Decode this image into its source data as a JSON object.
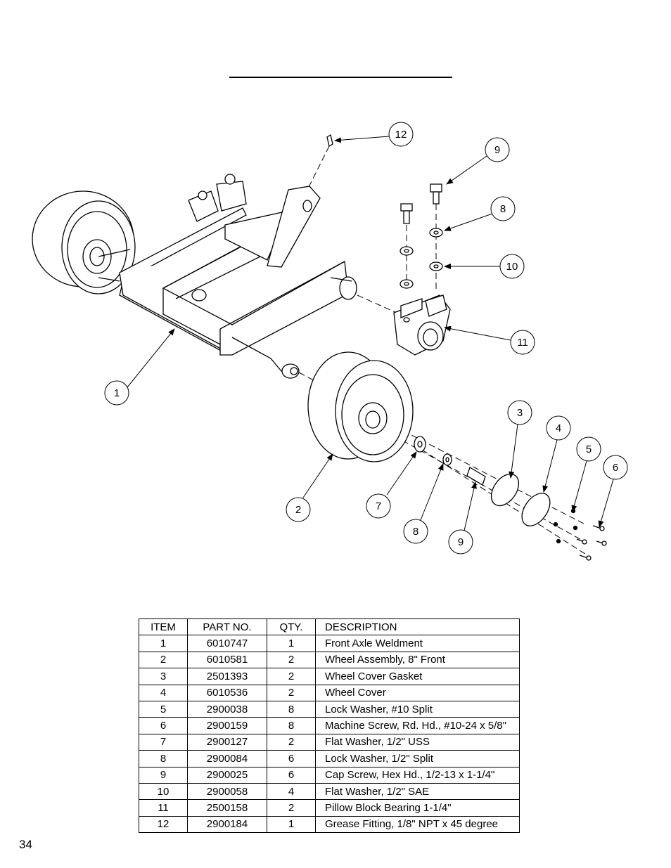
{
  "callouts": [
    {
      "num": "12"
    },
    {
      "num": "9"
    },
    {
      "num": "8"
    },
    {
      "num": "10"
    },
    {
      "num": "11"
    },
    {
      "num": "1"
    },
    {
      "num": "3"
    },
    {
      "num": "4"
    },
    {
      "num": "5"
    },
    {
      "num": "6"
    },
    {
      "num": "2"
    },
    {
      "num": "7"
    },
    {
      "num": "8"
    },
    {
      "num": "9"
    }
  ],
  "table": {
    "headers": {
      "item": "ITEM",
      "part": "PART NO.",
      "qty": "QTY.",
      "desc": "DESCRIPTION"
    },
    "rows": [
      {
        "item": "1",
        "part": "6010747",
        "qty": "1",
        "desc": "Front Axle Weldment"
      },
      {
        "item": "2",
        "part": "6010581",
        "qty": "2",
        "desc": "Wheel Assembly, 8\" Front"
      },
      {
        "item": "3",
        "part": "2501393",
        "qty": "2",
        "desc": "Wheel Cover Gasket"
      },
      {
        "item": "4",
        "part": "6010536",
        "qty": "2",
        "desc": "Wheel Cover"
      },
      {
        "item": "5",
        "part": "2900038",
        "qty": "8",
        "desc": "Lock Washer, #10 Split"
      },
      {
        "item": "6",
        "part": "2900159",
        "qty": "8",
        "desc": "Machine Screw, Rd. Hd., #10-24 x 5/8\""
      },
      {
        "item": "7",
        "part": "2900127",
        "qty": "2",
        "desc": "Flat Washer, 1/2\" USS"
      },
      {
        "item": "8",
        "part": "2900084",
        "qty": "6",
        "desc": "Lock Washer, 1/2\" Split"
      },
      {
        "item": "9",
        "part": "2900025",
        "qty": "6",
        "desc": "Cap Screw, Hex Hd., 1/2-13 x 1-1/4\""
      },
      {
        "item": "10",
        "part": "2900058",
        "qty": "4",
        "desc": "Flat Washer, 1/2\" SAE"
      },
      {
        "item": "11",
        "part": "2500158",
        "qty": "2",
        "desc": "Pillow Block Bearing 1-1/4\""
      },
      {
        "item": "12",
        "part": "2900184",
        "qty": "1",
        "desc": "Grease Fitting, 1/8\" NPT x 45 degree"
      }
    ]
  },
  "page_number": "34"
}
